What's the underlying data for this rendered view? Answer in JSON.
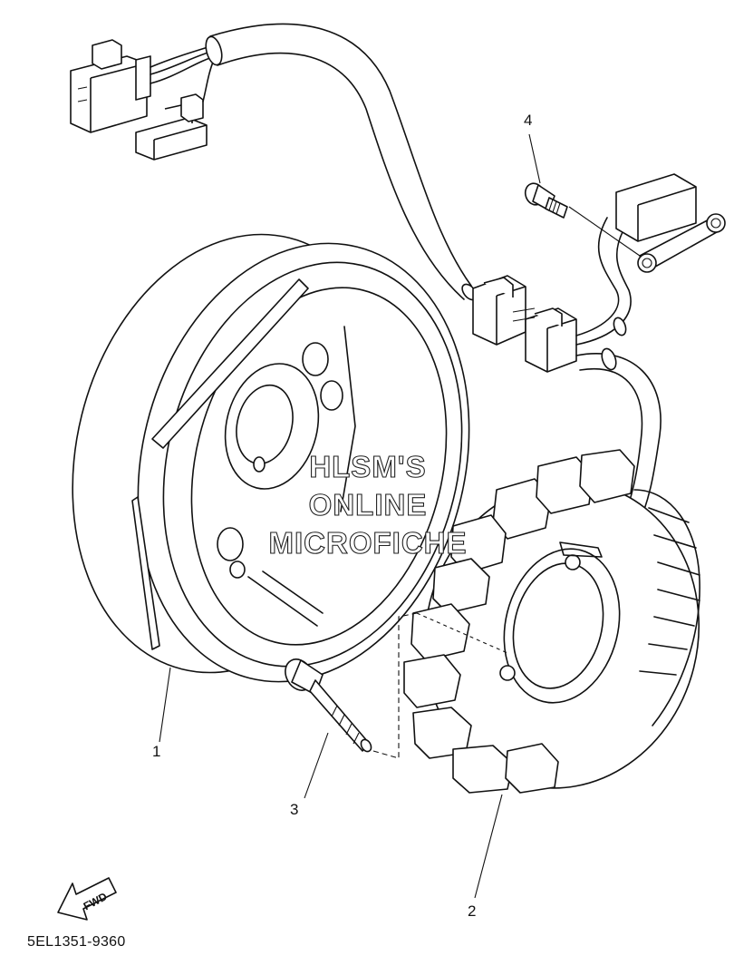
{
  "diagram": {
    "callouts": [
      {
        "id": "1",
        "label": "1"
      },
      {
        "id": "2",
        "label": "2"
      },
      {
        "id": "3",
        "label": "3"
      },
      {
        "id": "4",
        "label": "4"
      }
    ],
    "watermark": {
      "line1": "HLSM'S",
      "line2": "ONLINE",
      "line3": "MICROFICHE"
    },
    "fwd_label": "FWD",
    "part_code": "5EL1351-9360"
  },
  "colors": {
    "line": "#111111",
    "background": "#ffffff"
  }
}
